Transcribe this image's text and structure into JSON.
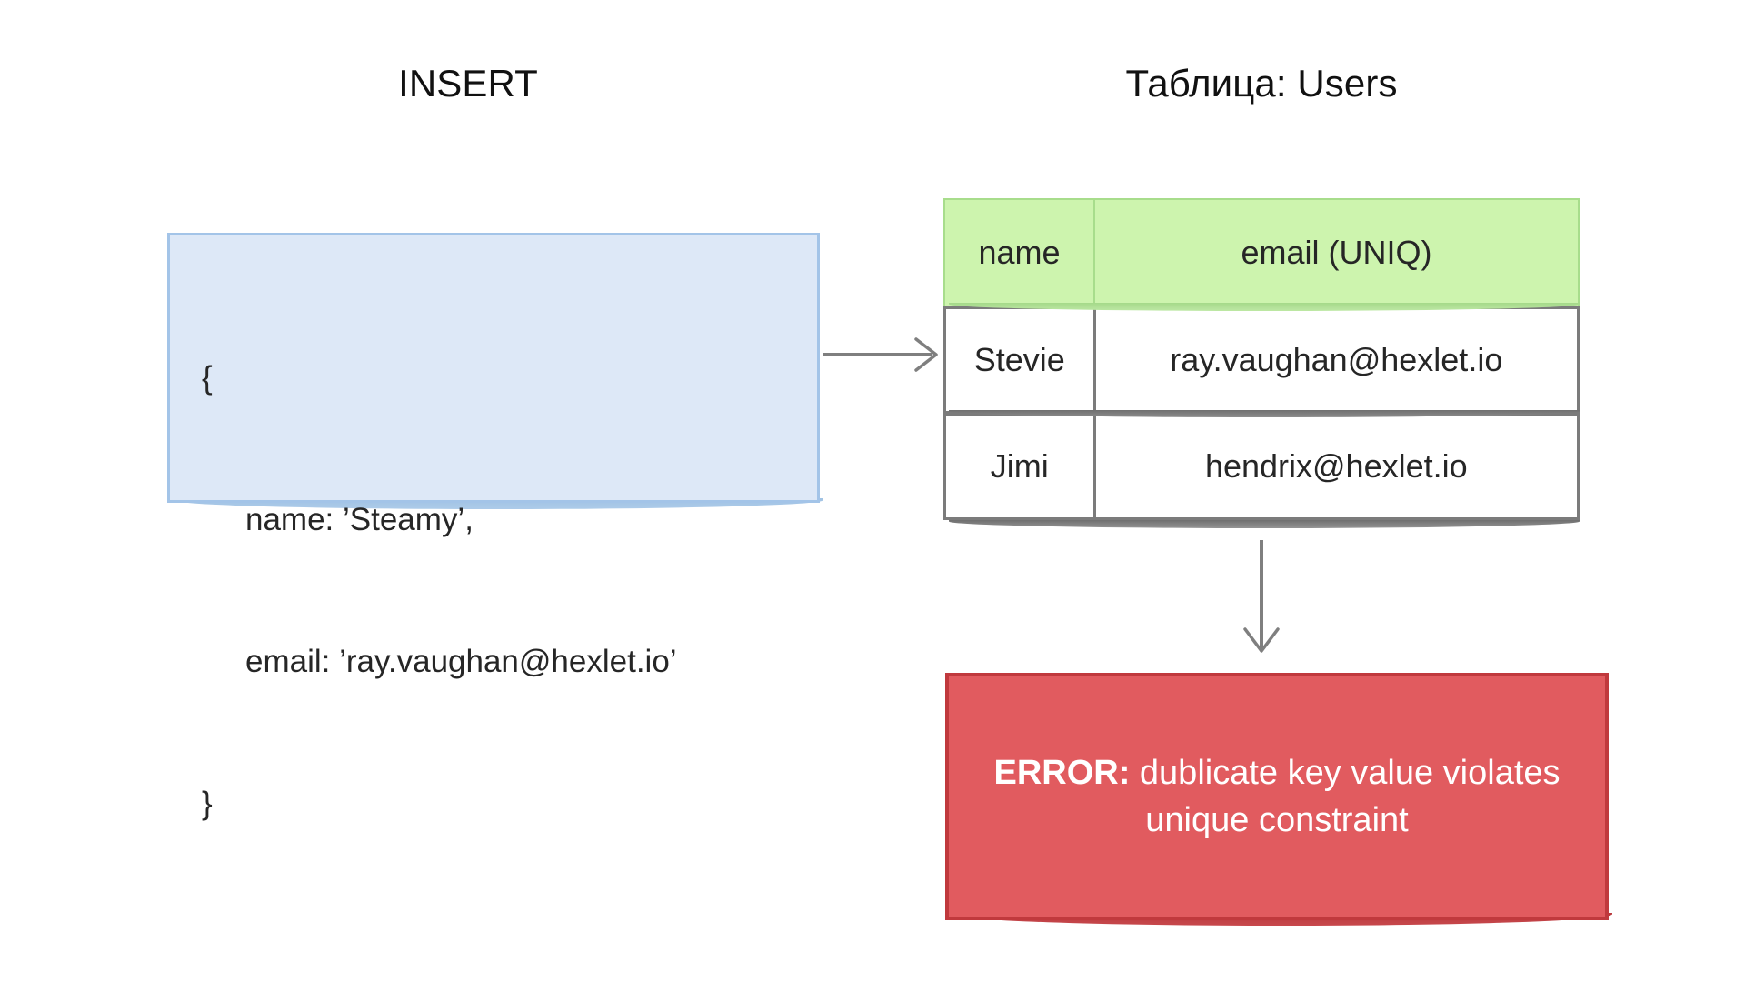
{
  "diagram": {
    "left_title": "INSERT",
    "right_title": "Таблица: Users",
    "insert_payload": {
      "open_brace": "{",
      "line_name": "name: ’Steamy’,",
      "line_email": "email: ’ray.vaughan@hexlet.io’",
      "close_brace": "}"
    },
    "table": {
      "columns": [
        "name",
        "email (UNIQ)"
      ],
      "rows": [
        {
          "name": "Stevie",
          "email": "ray.vaughan@hexlet.io"
        },
        {
          "name": "Jimi",
          "email": "hendrix@hexlet.io"
        }
      ]
    },
    "error": {
      "label": "ERROR:",
      "message": " dublicate key value violates unique constraint",
      "line1": "ERROR: dublicate key value",
      "line2": "violates unique constraint"
    },
    "arrows": [
      {
        "name": "insert-to-table",
        "direction": "right"
      },
      {
        "name": "table-to-error",
        "direction": "down"
      }
    ],
    "colors": {
      "insert_fill": "#dde8f7",
      "insert_border": "#a3c4e8",
      "header_fill": "#cdf4ae",
      "header_border": "#a8dd8c",
      "row_border": "#7b7b7b",
      "error_fill": "#e15b5f",
      "error_border": "#c0393d",
      "arrow": "#7f7f7f"
    }
  }
}
